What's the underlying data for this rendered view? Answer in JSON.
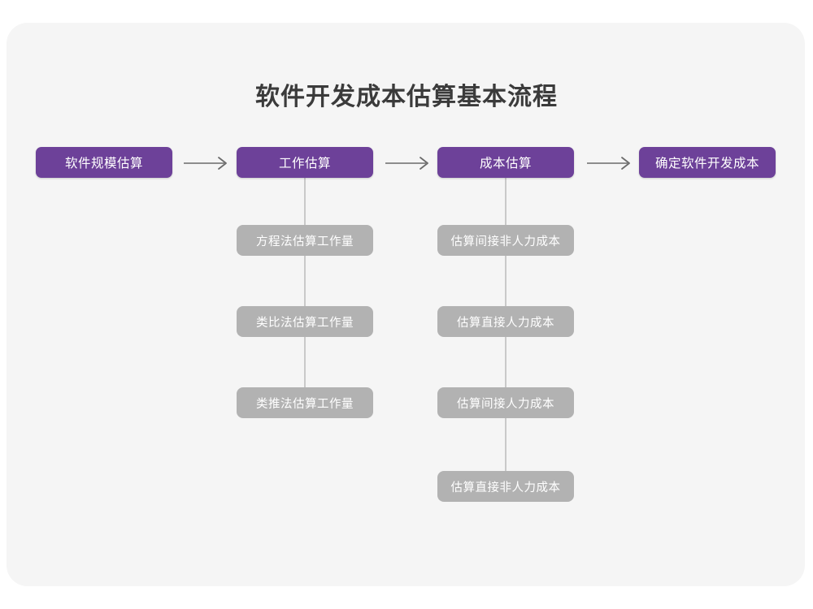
{
  "page": {
    "title": "软件开发成本估算基本流程",
    "background_color": "#ffffff",
    "card_color": "#f5f5f5",
    "primary_color": "#6d4199",
    "secondary_color": "#b2b2b2",
    "connector_color": "#c9c9c9",
    "title_color": "#3b3b3b"
  },
  "flow": {
    "main_steps": [
      {
        "label": "软件规模估算"
      },
      {
        "label": "工作估算"
      },
      {
        "label": "成本估算"
      },
      {
        "label": "确定软件开发成本"
      }
    ],
    "arrows": [
      {
        "name": "arrow-1",
        "glyph": "arrow-right-icon"
      },
      {
        "name": "arrow-2",
        "glyph": "arrow-right-icon"
      },
      {
        "name": "arrow-3",
        "glyph": "arrow-right-icon"
      }
    ],
    "branches": [
      {
        "parent": "工作估算",
        "items": [
          {
            "label": "方程法估算工作量"
          },
          {
            "label": "类比法估算工作量"
          },
          {
            "label": "类推法估算工作量"
          }
        ]
      },
      {
        "parent": "成本估算",
        "items": [
          {
            "label": "估算间接非人力成本"
          },
          {
            "label": "估算直接人力成本"
          },
          {
            "label": "估算间接人力成本"
          },
          {
            "label": "估算直接非人力成本"
          }
        ]
      }
    ]
  }
}
